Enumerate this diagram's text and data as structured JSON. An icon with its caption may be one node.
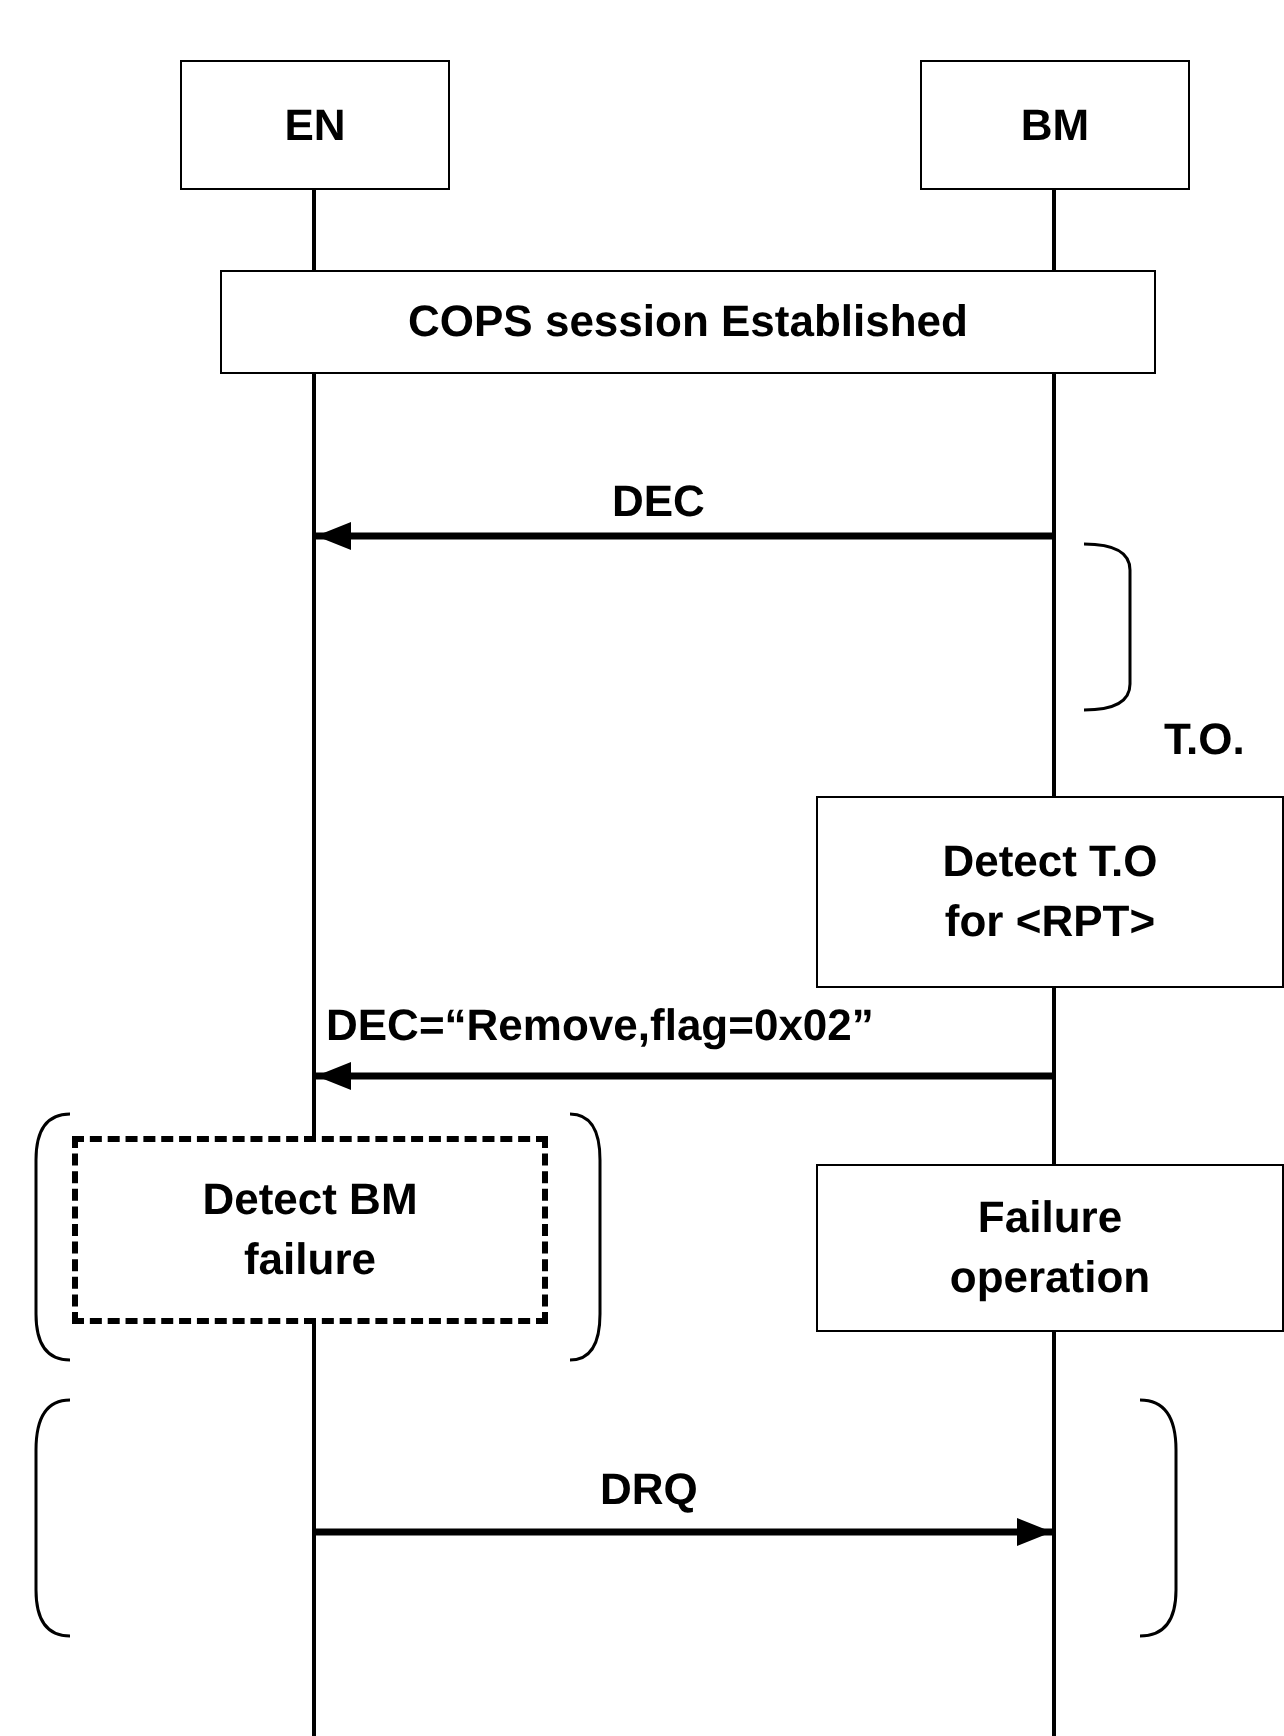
{
  "diagram": {
    "nodes": [
      {
        "text": [
          "EN"
        ]
      },
      {
        "text": [
          "BM"
        ]
      },
      {
        "text": [],
        "shape": "line"
      },
      {
        "text": [],
        "shape": "line"
      },
      {
        "text": [
          "COPS session Established"
        ]
      },
      {
        "text": [
          "Detect T.O for <RPT>"
        ]
      },
      {
        "text": [
          "Detect BM failure"
        ]
      },
      {
        "text": [
          "Failure operation"
        ]
      }
    ],
    "edges": [
      {
        "from": 3,
        "to": 2,
        "arrow": "to",
        "label": "DEC"
      },
      {
        "from": 3,
        "to": 2,
        "arrow": "to",
        "label": "DEC=“Remove,flag=0x02”"
      },
      {
        "from": 2,
        "to": 3,
        "arrow": "to",
        "label": "DRQ"
      }
    ],
    "labels": [
      "T.O."
    ]
  }
}
